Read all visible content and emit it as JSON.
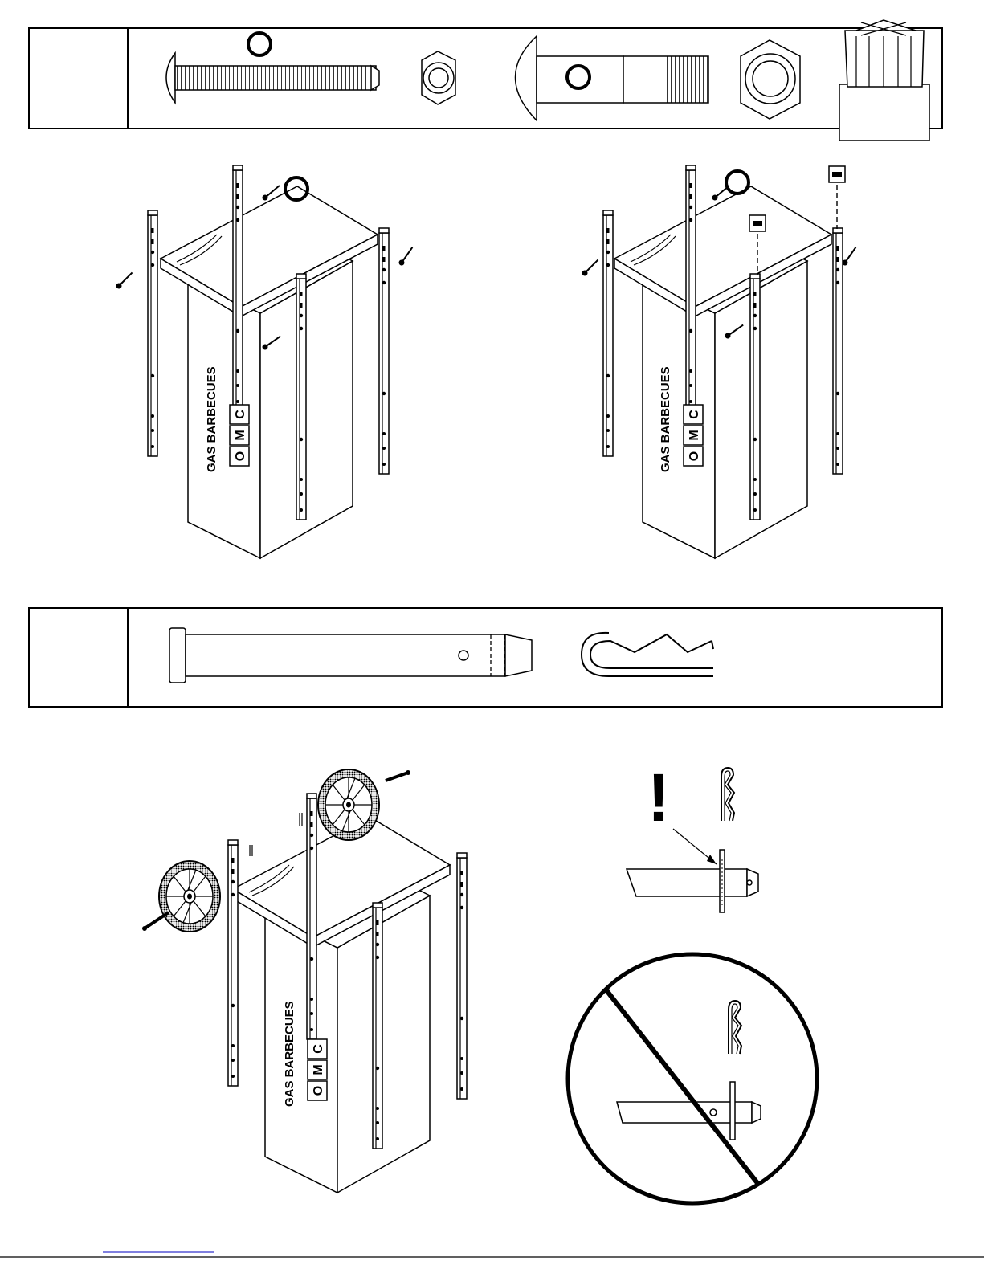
{
  "brand": {
    "letters": [
      "O",
      "M",
      "C"
    ],
    "tagline": "GAS BARBECUES"
  },
  "warning": {
    "symbol": "!"
  },
  "icons": {
    "parts_1": [
      "screw-icon",
      "nut-icon",
      "bolt-icon",
      "large-nut-icon",
      "leg-cap-icon"
    ],
    "parts_2": [
      "axle-pin-icon",
      "r-clip-icon"
    ],
    "misc": [
      "wrench-ring-icon",
      "prohibition-icon"
    ]
  },
  "colors": {
    "ink": "#000000",
    "paper": "#ffffff",
    "footer_link": "#3333cc"
  }
}
